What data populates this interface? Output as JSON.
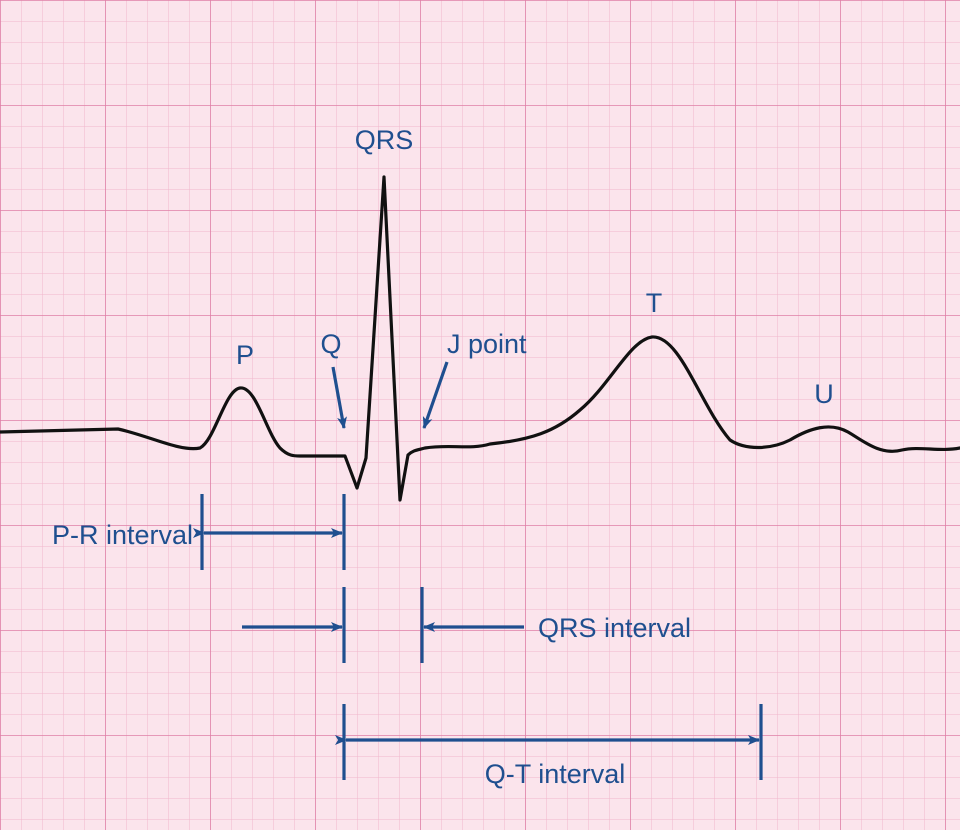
{
  "colors": {
    "background": "#fbe4ec",
    "grid_minor": "#f0b6cc",
    "grid_major": "#df7fa6",
    "trace": "#111111",
    "annotation": "#1f4f8f"
  },
  "labels": {
    "qrs": "QRS",
    "p": "P",
    "q": "Q",
    "j_point": "J point",
    "t": "T",
    "u": "U",
    "pr_interval": "P-R interval",
    "qrs_interval": "QRS interval",
    "qt_interval": "Q-T interval"
  }
}
